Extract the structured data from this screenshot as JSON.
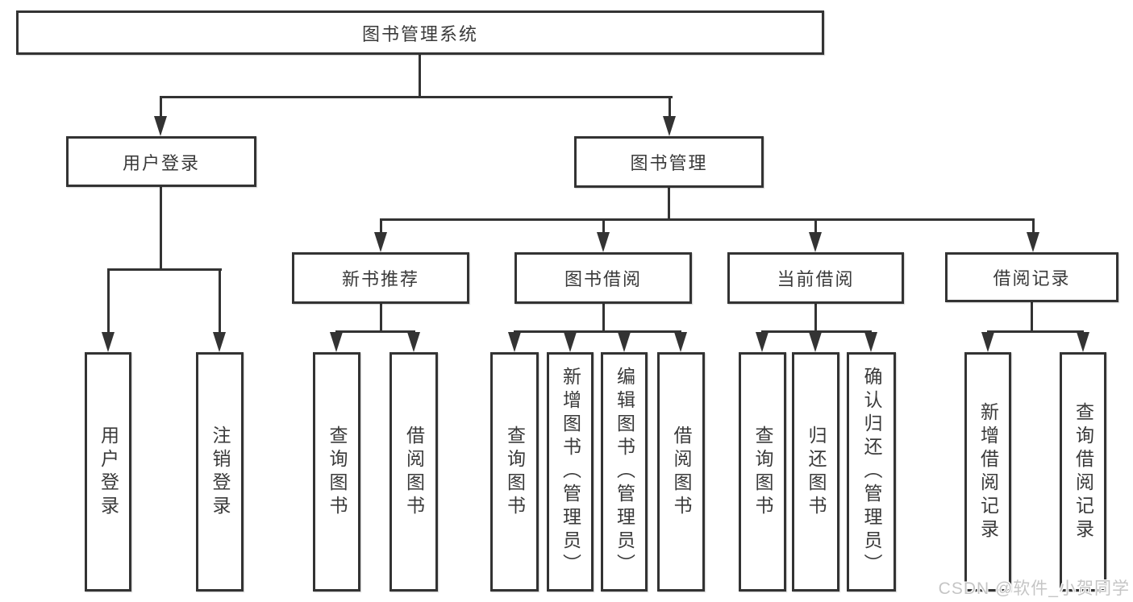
{
  "diagram": {
    "root": {
      "label": "图书管理系统"
    },
    "level2": [
      {
        "label": "用户登录",
        "parent": "图书管理系统"
      },
      {
        "label": "图书管理",
        "parent": "图书管理系统"
      }
    ],
    "level3": [
      {
        "label": "新书推荐",
        "parent": "图书管理"
      },
      {
        "label": "图书借阅",
        "parent": "图书管理"
      },
      {
        "label": "当前借阅",
        "parent": "图书管理"
      },
      {
        "label": "借阅记录",
        "parent": "图书管理"
      }
    ],
    "leaves": [
      {
        "label": "用户登录",
        "parent": "用户登录"
      },
      {
        "label": "注销登录",
        "parent": "用户登录"
      },
      {
        "label": "查询图书",
        "parent": "新书推荐"
      },
      {
        "label": "借阅图书",
        "parent": "新书推荐"
      },
      {
        "label": "查询图书",
        "parent": "图书借阅"
      },
      {
        "label": "新增图书（管理员）",
        "parent": "图书借阅"
      },
      {
        "label": "编辑图书（管理员）",
        "parent": "图书借阅"
      },
      {
        "label": "借阅图书",
        "parent": "图书借阅"
      },
      {
        "label": "查询图书",
        "parent": "当前借阅"
      },
      {
        "label": "归还图书",
        "parent": "当前借阅"
      },
      {
        "label": "确认归还（管理员）",
        "parent": "当前借阅"
      },
      {
        "label": "新增借阅记录",
        "parent": "借阅记录"
      },
      {
        "label": "查询借阅记录",
        "parent": "借阅记录"
      }
    ]
  },
  "watermark": {
    "text": "CSDN @软件_小贺同学"
  },
  "colors": {
    "line": "#333333",
    "text": "#3a3a3a",
    "background": "#ffffff",
    "watermark": "#c5c5c5"
  }
}
